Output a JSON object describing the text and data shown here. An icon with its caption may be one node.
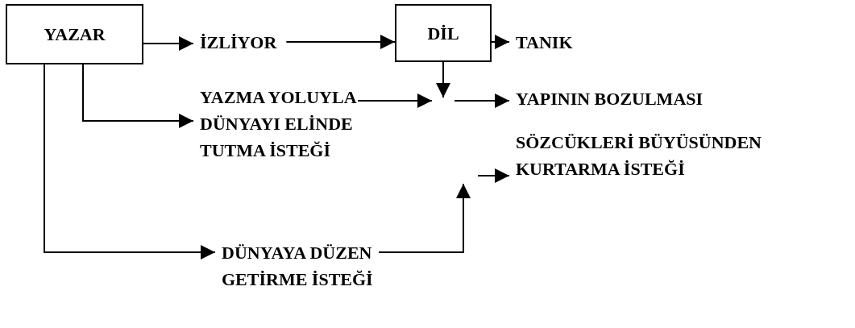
{
  "diagram": {
    "nodes": [
      {
        "text": [
          "YAZAR"
        ]
      },
      {
        "text": [
          "İZLİYOR"
        ]
      },
      {
        "text": [
          "DİL"
        ]
      },
      {
        "text": [
          "TANIK"
        ]
      },
      {
        "text": [
          "YAZMA YOLUYLA DÜNYAYI ELİNDE TUTMA İSTEĞİ"
        ]
      },
      {
        "text": [
          "YAPININ BOZULMASI"
        ]
      },
      {
        "text": [
          "SÖZCÜKLERİ BÜYÜSÜNDEN KURTARMA İSTEĞİ"
        ]
      },
      {
        "text": [
          "DÜNYAYA DÜZEN GETİRME İSTEĞİ"
        ]
      }
    ],
    "edges": [
      {
        "from": 0,
        "to": 1,
        "arrow": "to"
      },
      {
        "from": 0,
        "to": 4,
        "arrow": "to"
      },
      {
        "from": 0,
        "to": 7,
        "arrow": "to"
      },
      {
        "from": 1,
        "to": 2,
        "arrow": "to"
      },
      {
        "from": 2,
        "to": 3,
        "arrow": "to"
      },
      {
        "from": 2,
        "to": null,
        "arrow": "to"
      },
      {
        "from": 4,
        "to": null,
        "arrow": "to"
      },
      {
        "from": null,
        "to": 5,
        "arrow": "to"
      },
      {
        "from": 7,
        "to": null,
        "arrow": "to"
      },
      {
        "from": null,
        "to": 6,
        "arrow": "to"
      }
    ]
  }
}
